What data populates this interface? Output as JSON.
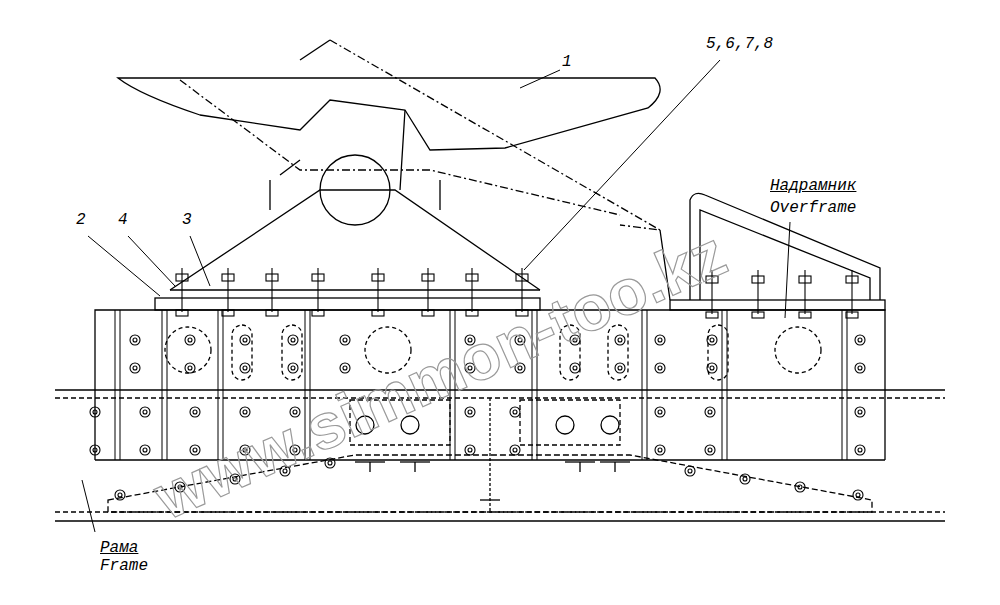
{
  "diagram": {
    "labels": [
      "1",
      "5,6,7,8",
      "2",
      "4",
      "3",
      "Надрамник",
      "Overframe",
      "Рама",
      "Frame",
      "www.simmon-too.kz"
    ]
  }
}
